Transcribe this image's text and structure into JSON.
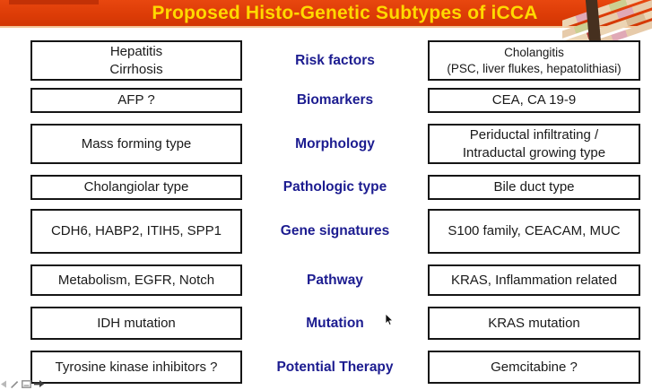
{
  "slide": {
    "title": "Proposed Histo-Genetic Subtypes of iCCA",
    "rows": [
      {
        "category": "Risk factors",
        "left": "Hepatitis\nCirrhosis",
        "right": "Cholangitis\n(PSC, liver flukes, hepatolithiasi)"
      },
      {
        "category": "Biomarkers",
        "left": "AFP ?",
        "right": "CEA, CA 19-9"
      },
      {
        "category": "Morphology",
        "left": "Mass forming type",
        "right": "Periductal infiltrating /\nIntraductal growing type"
      },
      {
        "category": "Pathologic type",
        "left": "Cholangiolar type",
        "right": "Bile duct type"
      },
      {
        "category": "Gene signatures",
        "left": "CDH6, HABP2, ITIH5, SPP1",
        "right": "S100 family, CEACAM, MUC"
      },
      {
        "category": "Pathway",
        "left": "Metabolism, EGFR, Notch",
        "right": "KRAS, Inflammation related"
      },
      {
        "category": "Mutation",
        "left": "IDH mutation",
        "right": "KRAS mutation"
      },
      {
        "category": "Potential Therapy",
        "left": "Tyrosine kinase inhibitors ?",
        "right": "Gemcitabine ?"
      }
    ],
    "colors": {
      "title_bg": "#dd3c07",
      "title_text": "#ffd900",
      "category_text": "#1c1c90",
      "box_border": "#151515",
      "box_bg": "#ffffff"
    },
    "toolbar_icons": [
      "back-arrow",
      "pen",
      "slide-menu",
      "forward-arrow"
    ]
  }
}
